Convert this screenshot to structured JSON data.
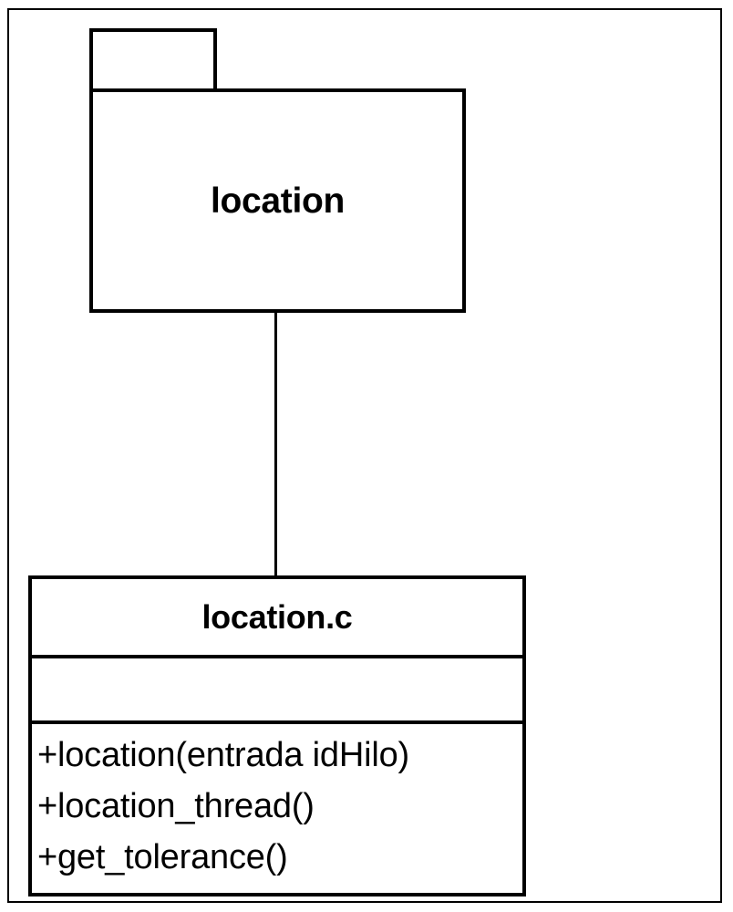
{
  "diagram": {
    "type": "uml-package-diagram",
    "title": "location package with location.c class",
    "background_color": "#ffffff",
    "line_color": "#000000",
    "page_frame": {
      "name": "diagram-border",
      "stroke_width": 2
    },
    "package": {
      "name": "location",
      "stereotype": "",
      "shape": "folder",
      "stroke_width": 4
    },
    "connector": {
      "kind": "association",
      "from": "location",
      "to": "location.c",
      "stroke_width": 3,
      "label": ""
    },
    "class": {
      "name": "location.c",
      "stroke_width": 4,
      "compartments": {
        "attributes_label": "",
        "attributes": [],
        "operations": [
          {
            "visibility": "+",
            "signature": "+location(entrada idHilo)"
          },
          {
            "visibility": "+",
            "signature": "+location_thread()"
          },
          {
            "visibility": "+",
            "signature": "+get_tolerance()"
          }
        ]
      }
    }
  }
}
